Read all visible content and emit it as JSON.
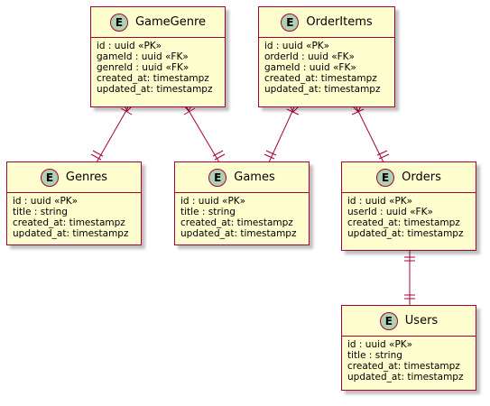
{
  "entities": {
    "gamegenre": {
      "badge": "E",
      "name": "GameGenre",
      "fields": [
        "id : uuid «PK»",
        "gameId : uuid «FK»",
        "genreId : uuid «FK»",
        "created_at: timestampz",
        "updated_at: timestampz"
      ]
    },
    "orderitems": {
      "badge": "E",
      "name": "OrderItems",
      "fields": [
        "id : uuid «PK»",
        "orderId : uuid «FK»",
        "gameId : uuid «FK»",
        "created_at: timestampz",
        "updated_at: timestampz"
      ]
    },
    "genres": {
      "badge": "E",
      "name": "Genres",
      "fields": [
        "id : uuid «PK»",
        "title : string",
        "created_at: timestampz",
        "updated_at: timestampz"
      ]
    },
    "games": {
      "badge": "E",
      "name": "Games",
      "fields": [
        "id : uuid «PK»",
        "title : string",
        "created_at: timestampz",
        "updated_at: timestampz"
      ]
    },
    "orders": {
      "badge": "E",
      "name": "Orders",
      "fields": [
        "id : uuid «PK»",
        "userId : uuid «FK»",
        "created_at: timestampz",
        "updated_at: timestampz"
      ]
    },
    "users": {
      "badge": "E",
      "name": "Users",
      "fields": [
        "id : uuid «PK»",
        "title : string",
        "created_at: timestampz",
        "updated_at: timestampz"
      ]
    }
  },
  "colors": {
    "entity_fill": "#FEFECE",
    "border": "#A80036",
    "badge_fill": "#ADD1B2"
  }
}
